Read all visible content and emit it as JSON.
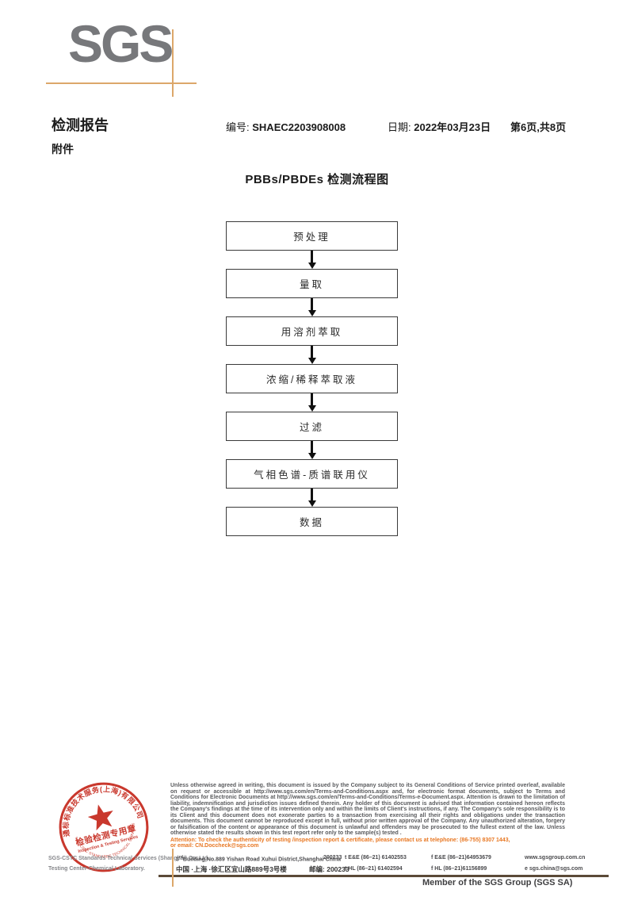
{
  "logo": {
    "text": "SGS",
    "color": "#77787b",
    "cropmark_color": "#dca76a"
  },
  "header": {
    "report_title": "检测报告",
    "attachment_label": "附件",
    "report_no_label": "编号:",
    "report_no": "SHAEC2203908008",
    "date_label": "日期:",
    "date": "2022年03月23日",
    "page_info": "第6页,共8页"
  },
  "flowchart": {
    "title": "PBBs/PBDEs 检测流程图",
    "steps": [
      "预处理",
      "量取",
      "用溶剂萃取",
      "浓缩/稀释萃取液",
      "过滤",
      "气相色谱-质谱联用仪",
      "数据"
    ]
  },
  "stamp": {
    "ring_text_top": "通标标准技术服务(上海)有限公司",
    "ring_text_bottom": "SGS-CSTC STANDARDS TECHNICAL SERVICES",
    "label_cn": "检验检测专用章",
    "label_en": "Inspection & Testing Services",
    "color": "#c5281c"
  },
  "company": {
    "line1": "SGS-CSTC Standards Technical Services (Shanghai) Co.,Ltd.",
    "line2": "Testing Center-Chemical Laboratory."
  },
  "legal": {
    "paragraph": "Unless otherwise agreed in writing, this document is issued by the Company subject to its General Conditions of Service printed overleaf, available on request or accessible at http://www.sgs.com/en/Terms-and-Conditions.aspx and, for electronic format documents, subject to Terms and Conditions for Electronic Documents at http://www.sgs.com/en/Terms-and-Conditions/Terms-e-Document.aspx. Attention is drawn to the limitation of liability, indemnification and jurisdiction issues defined therein. Any holder of this document is advised that information contained hereon reflects the Company's findings at the time of its intervention only and within the limits of Client's instructions, if any. The Company's sole responsibility is to its Client and this document does not exonerate parties to a transaction from exercising all their rights and obligations under the transaction documents. This document cannot be reproduced except in full, without prior written approval of the Company. Any unauthorized alteration, forgery or falsification of the content or appearance of this document is unlawful and offenders may be prosecuted to the fullest extent of the law. Unless otherwise stated the results shown in this test report refer only to the sample(s) tested .",
    "attention_line1": "Attention: To check the authenticity of testing /inspection report & certificate, please contact us at telephone: (86-755) 8307 1443,",
    "attention_line2": "or email: CN.Doccheck@sgs.com"
  },
  "address": {
    "en_prefix": "3",
    "en_sup": "rd",
    "en_rest": "Building,No.889 Yishan Road Xuhui District,Shanghai China",
    "en_postcode": "200233",
    "en_tel": "t E&E (86–21) 61402553",
    "en_fax": "f E&E (86–21)64953679",
    "website": "www.sgsgroup.com.cn",
    "cn_address": "中国 ·上海 ·徐汇区宜山路889号3号楼",
    "cn_postcode_label": "邮编:",
    "cn_postcode": "200233",
    "cn_tel": "t HL (86–21) 61402594",
    "cn_fax": "f HL (86–21)61156899",
    "email": "e  sgs.china@sgs.com"
  },
  "footer": {
    "member_text": "Member of the SGS Group (SGS SA)"
  }
}
